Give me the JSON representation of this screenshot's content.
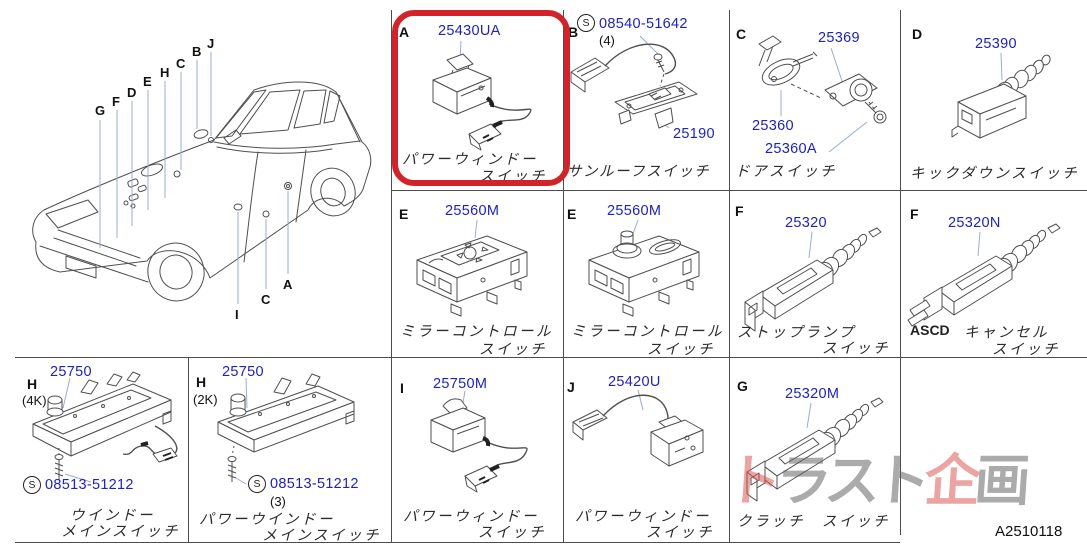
{
  "doc": {
    "code": "A2510118"
  },
  "palette": {
    "part_number_blue": "#1e23bb",
    "leader_blue": "#97aed0",
    "grid_line_gray": "#4c4c4c",
    "highlight_red": "#d2232a",
    "watermark_red": "#d9534f",
    "watermark_gray": "#5f5f5f"
  },
  "annotations": {
    "highlight_box": {
      "cell": "A",
      "color": "#d2232a"
    }
  },
  "watermark": {
    "chars": [
      {
        "t": "ト",
        "color": "#d9534f"
      },
      {
        "t": "ラ",
        "color": "#5f5f5f"
      },
      {
        "t": "ス",
        "color": "#5f5f5f"
      },
      {
        "t": "ト",
        "color": "#5f5f5f"
      },
      {
        "t": "企",
        "color": "#d9534f"
      },
      {
        "t": "画",
        "color": "#5f5f5f"
      }
    ]
  },
  "car": {
    "top_labels": [
      "G",
      "F",
      "D",
      "E",
      "H",
      "C",
      "B",
      "J"
    ],
    "bottom_labels": [
      "I",
      "C",
      "A"
    ]
  },
  "cells": {
    "a": {
      "letter": "A",
      "part": "25430UA",
      "cap1": "パワーウィンドー",
      "cap2": "スイッチ"
    },
    "b": {
      "letter": "B",
      "s": "S",
      "s_part": "08540-51642",
      "s_qty": "(4)",
      "part": "25190",
      "cap": "サンルーフスイッチ"
    },
    "c": {
      "letter": "C",
      "p1": "25369",
      "p2": "25360",
      "p3": "25360A",
      "cap": "ドアスイッチ"
    },
    "d": {
      "letter": "D",
      "part": "25390",
      "cap": "キックダウンスイッチ"
    },
    "e1": {
      "letter": "E",
      "part": "25560M",
      "cap1": "ミラーコントロール",
      "cap2": "スイッチ"
    },
    "e2": {
      "letter": "E",
      "part": "25560M",
      "cap1": "ミラーコントロール",
      "cap2": "スイッチ"
    },
    "f1": {
      "letter": "F",
      "part": "25320",
      "cap1": "ストップランプ",
      "cap2": "スイッチ"
    },
    "f2": {
      "letter": "F",
      "part": "25320N",
      "cap1a": "ASCD",
      "cap1b": "キャンセル",
      "cap2": "スイッチ"
    },
    "g": {
      "letter": "G",
      "part": "25320M",
      "cap": "クラッチ　スイッチ"
    },
    "h1": {
      "letter": "H",
      "qty": "(4K)",
      "part": "25750",
      "s": "S",
      "s_part": "08513-51212",
      "cap1": "ウインドー",
      "cap2": "メインスイッチ"
    },
    "h2": {
      "letter": "H",
      "qty": "(2K)",
      "part": "25750",
      "s": "S",
      "s_part": "08513-51212",
      "s_qty": "(3)",
      "cap1": "パワーウインドー",
      "cap2": "メインスイッチ"
    },
    "i": {
      "letter": "I",
      "part": "25750M",
      "cap1": "パワーウィンドー",
      "cap2": "スイッチ"
    },
    "j": {
      "letter": "J",
      "part": "25420U",
      "cap1": "パワーウィンドー",
      "cap2": "スイッチ"
    }
  }
}
